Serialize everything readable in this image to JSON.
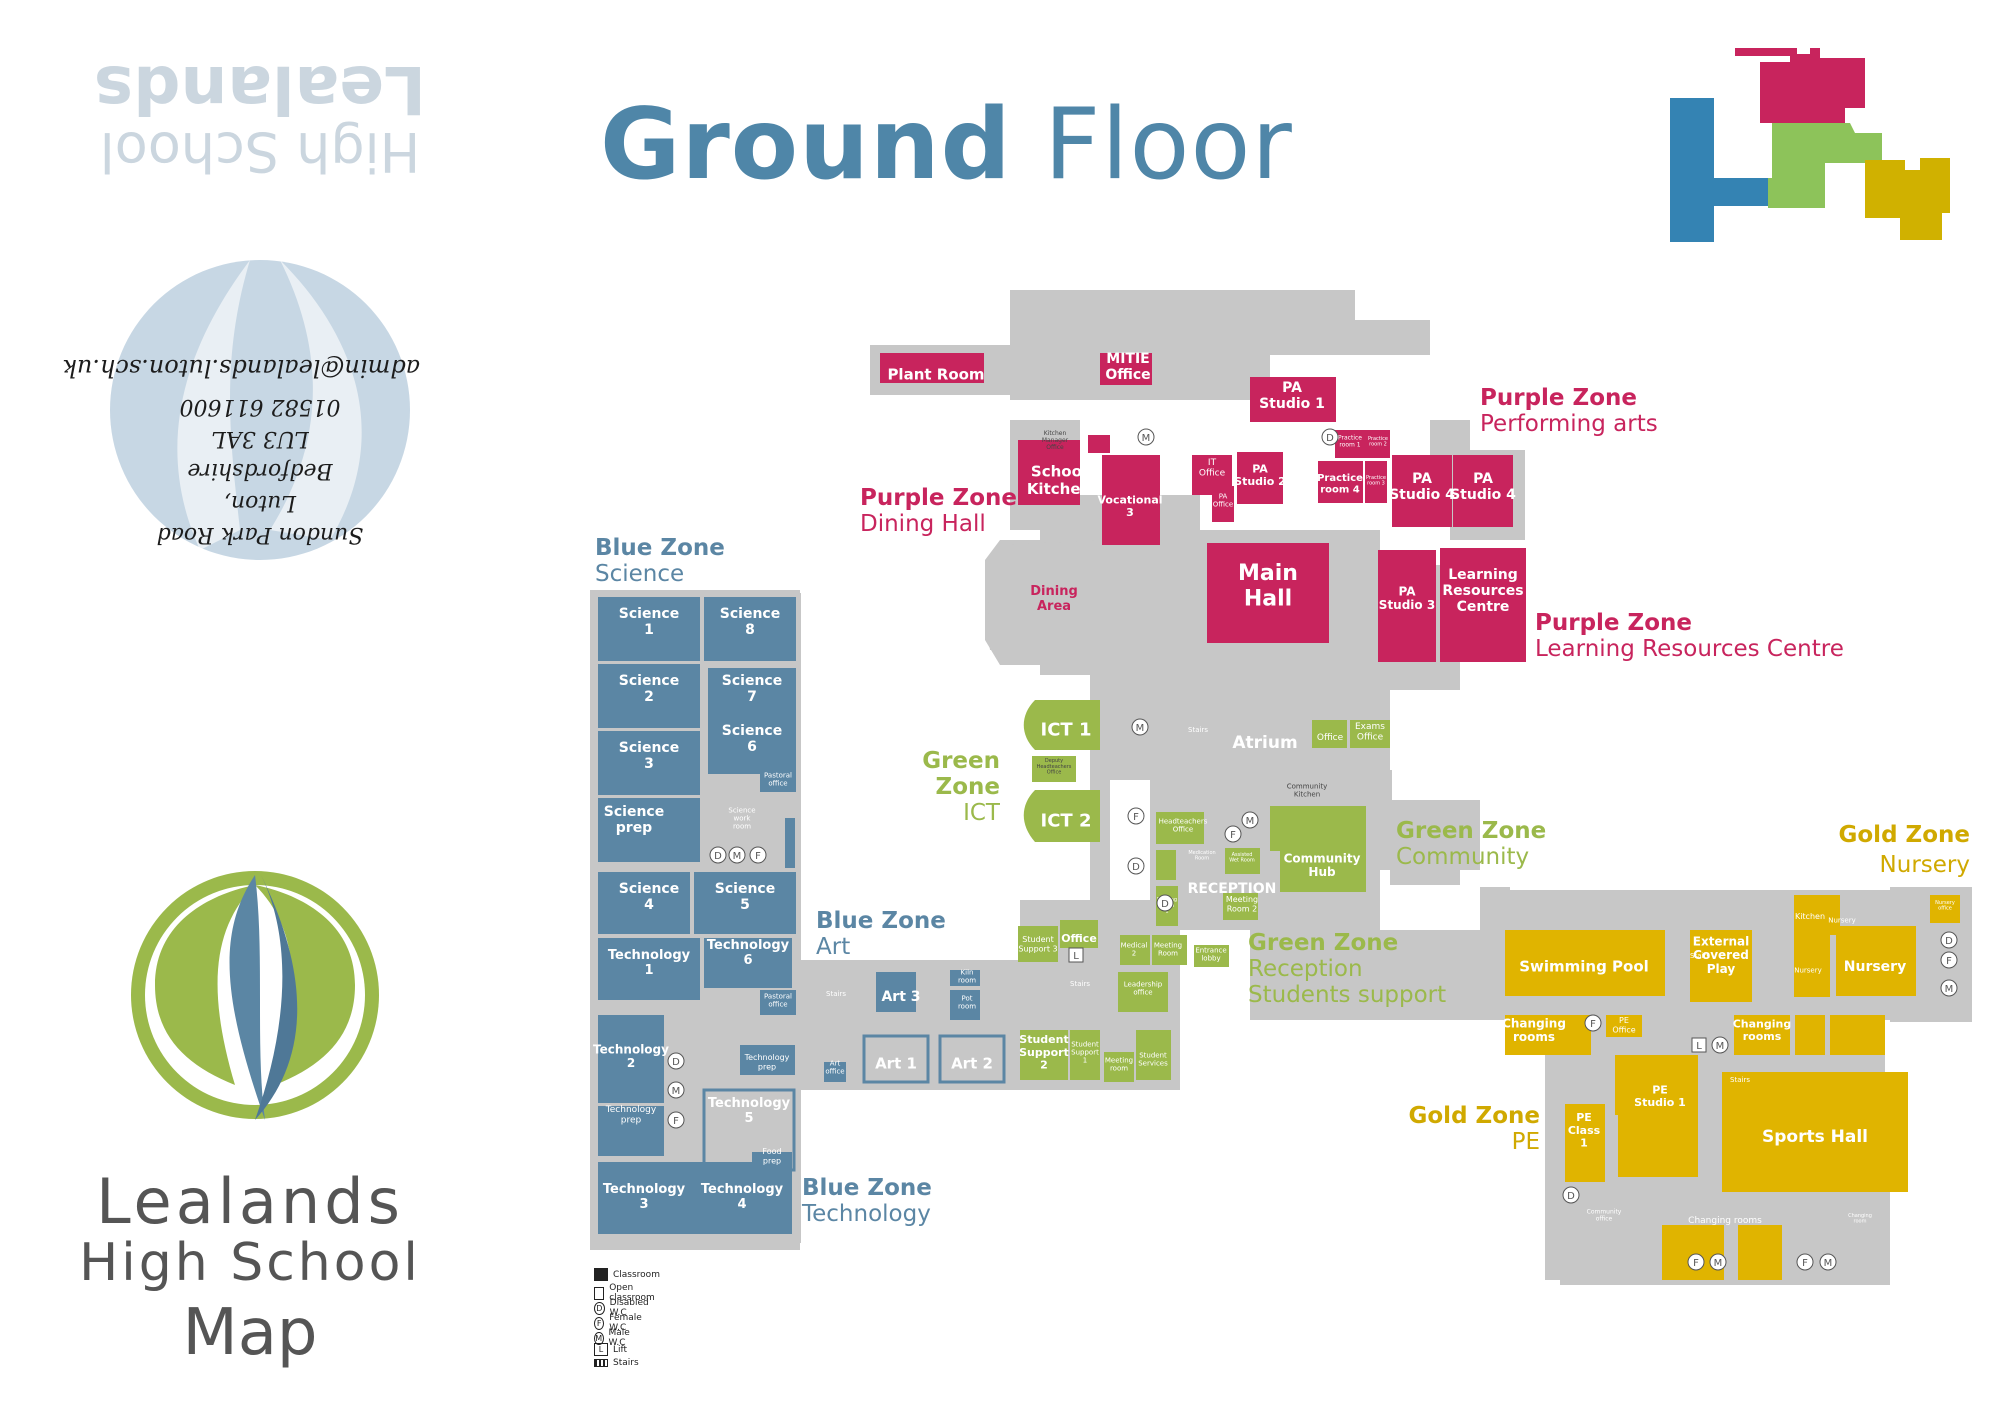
{
  "title": {
    "bold": "Ground Floor",
    "line": "Ground",
    "light": "Floor"
  },
  "school": {
    "name": "Lealands",
    "sub": "High School",
    "map": "Map"
  },
  "mirrored": {
    "name": "Lealands",
    "sub": "High School",
    "address": [
      "Sundon Park Road",
      "Luton,",
      "Bedfordshire",
      "LU3 3AL",
      "01582 611600",
      "admin@lealands.luton.sch.uk"
    ]
  },
  "colors": {
    "blue": "#5b86a4",
    "purple": "#c8245d",
    "green": "#9bb94b",
    "gold": "#e0b400",
    "corridor": "#c7c7c7"
  },
  "zones": {
    "purple_pa": {
      "name": "Purple Zone",
      "sub": "Performing arts"
    },
    "purple_dh": {
      "name": "Purple Zone",
      "sub": "Dining Hall"
    },
    "purple_lrc": {
      "name": "Purple Zone",
      "sub": "Learning Resources Centre"
    },
    "blue_sci": {
      "name": "Blue Zone",
      "sub": "Science"
    },
    "blue_art": {
      "name": "Blue Zone",
      "sub": "Art"
    },
    "blue_tech": {
      "name": "Blue Zone",
      "sub": "Technology"
    },
    "green_ict": {
      "name": "Green Zone",
      "sub": "ICT"
    },
    "green_com": {
      "name": "Green Zone",
      "sub": "Community"
    },
    "green_rec": {
      "name": "Green Zone",
      "sub1": "Reception",
      "sub2": "Students support"
    },
    "gold_nur": {
      "name": "Gold Zone",
      "sub": "Nursery"
    },
    "gold_pe": {
      "name": "Gold Zone",
      "sub": "PE"
    }
  },
  "rooms": {
    "plant": "Plant Room",
    "mitie": [
      "MITIE",
      "Office"
    ],
    "kitchen_mgr": [
      "Kitchen",
      "Manager",
      "Office"
    ],
    "school_kitchen": [
      "School",
      "Kitchen"
    ],
    "vocational": [
      "Vocational",
      "3"
    ],
    "it_office": [
      "IT",
      "Office"
    ],
    "pa_office": [
      "PA",
      "Office"
    ],
    "pa1": [
      "PA",
      "Studio 1"
    ],
    "pa2": [
      "PA",
      "Studio 2"
    ],
    "practice1": [
      "Practice",
      "room 1"
    ],
    "practice2": [
      "Practice",
      "room 2"
    ],
    "practice3": [
      "Practice",
      "room 3"
    ],
    "practice4": [
      "Practice",
      "room 4"
    ],
    "pa4a": [
      "PA",
      "Studio 4"
    ],
    "pa4b": [
      "PA",
      "Studio 4"
    ],
    "main_hall": [
      "Main",
      "Hall"
    ],
    "dining": [
      "Dining",
      "Area"
    ],
    "pa3": [
      "PA",
      "Studio 3"
    ],
    "lrc": [
      "Learning",
      "Resources",
      "Centre"
    ],
    "sci1": [
      "Science",
      "1"
    ],
    "sci8": [
      "Science",
      "8"
    ],
    "sci2": [
      "Science",
      "2"
    ],
    "sci7": [
      "Science",
      "7"
    ],
    "sci3": [
      "Science",
      "3"
    ],
    "sci6": [
      "Science",
      "6"
    ],
    "pastoral": [
      "Pastoral",
      "office"
    ],
    "sci_prep": [
      "Science",
      "prep"
    ],
    "sci_work": [
      "Science",
      "work",
      "room"
    ],
    "sci4": [
      "Science",
      "4"
    ],
    "sci5": [
      "Science",
      "5"
    ],
    "tech1": [
      "Technology",
      "1"
    ],
    "tech6": [
      "Technology",
      "6"
    ],
    "pastoral2": [
      "Pastoral",
      "office"
    ],
    "tech2": [
      "Technology",
      "2"
    ],
    "tech_prep": [
      "Technology",
      "prep"
    ],
    "tech_prep2": [
      "Technology",
      "prep"
    ],
    "tech5": [
      "Technology",
      "5"
    ],
    "food_prep": [
      "Food",
      "prep"
    ],
    "tech3": [
      "Technology",
      "3"
    ],
    "tech4": [
      "Technology",
      "4"
    ],
    "art3": "Art 3",
    "kiln": [
      "Kiln",
      "room"
    ],
    "pot": [
      "Pot",
      "room"
    ],
    "art1": "Art 1",
    "art2": "Art 2",
    "art_office": [
      "Art",
      "office"
    ],
    "ict1": "ICT 1",
    "ict2": "ICT 2",
    "dep_head": [
      "Deputy",
      "Headteachers",
      "Office"
    ],
    "atrium": "Atrium",
    "office": "Office",
    "exams": [
      "Exams",
      "Office"
    ],
    "com_kitchen": [
      "Community",
      "Kitchen"
    ],
    "head_office": [
      "Headteachers",
      "Office"
    ],
    "medication": [
      "Medication",
      "Room"
    ],
    "assisted_wc": [
      "Assisted",
      "Wet Room"
    ],
    "community_hub": [
      "Community",
      "Hub"
    ],
    "reception": "RECEPTION",
    "meeting1": [
      "Meeting",
      "Room",
      "1"
    ],
    "meeting2": [
      "Meeting",
      "Room 2"
    ],
    "stu_sup3": [
      "Student",
      "Support 3"
    ],
    "office2": "Office",
    "medical2": [
      "Medical",
      "2"
    ],
    "meeting_room": [
      "Meeting",
      "Room"
    ],
    "entrance": [
      "Entrance",
      "lobby"
    ],
    "leadership": [
      "Leadership",
      "office"
    ],
    "stu_sup2": [
      "Student",
      "Support",
      "2"
    ],
    "stu_sup1": [
      "Student",
      "Support",
      "1"
    ],
    "meeting_room2": [
      "Meeting",
      "room"
    ],
    "stu_services": [
      "Student",
      "Services"
    ],
    "kitchen_n": "Kitchen",
    "nursery_s": "Nursery",
    "nursery_office": [
      "Nursery",
      "office"
    ],
    "swimming": "Swimming Pool",
    "ext_play": [
      "External",
      "Covered",
      "Play"
    ],
    "nursery_small": "Nursery",
    "nursery": "Nursery",
    "changing1": [
      "Changing",
      "rooms"
    ],
    "pe_office": [
      "PE",
      "Office"
    ],
    "changing2": [
      "Changing",
      "rooms"
    ],
    "pe_studio1": [
      "PE",
      "Studio 1"
    ],
    "sports_hall": "Sports Hall",
    "pe_class1": [
      "PE",
      "Class",
      "1"
    ],
    "community_office": [
      "Community",
      "office"
    ],
    "changing3": "Changing rooms",
    "changing4": [
      "Changing",
      "room"
    ],
    "stairs": "Stairs"
  },
  "legend": {
    "classroom": "Classroom",
    "open": "Open classroom",
    "disabled": "Disabled W.C",
    "female": "Female W.C",
    "male": "Male W.C",
    "lift": "Lift",
    "stairs": "Stairs",
    "d": "D",
    "f": "F",
    "m": "M",
    "l": "L"
  }
}
